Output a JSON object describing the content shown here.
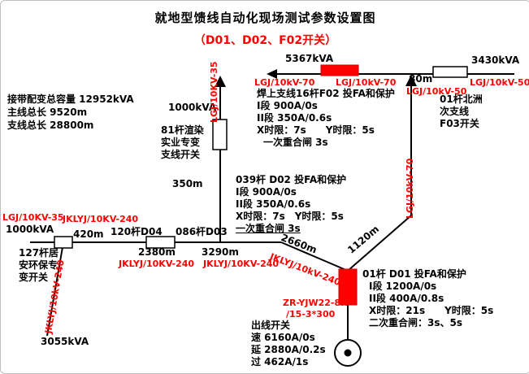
{
  "title": "就地型馈线自动化现场测试参数设置图",
  "subtitle": "（D01、D02、F02开关）",
  "summary": {
    "capacity": "接带配变总容量 12952kVA",
    "main_len": "主线总长 9520m",
    "branch_len": "支线总长 28800m"
  },
  "top": {
    "kva_left": "5367kVA",
    "cond1": "LGJ/10kV-70",
    "cond2": "LGJ/10kV-70",
    "len": "80m",
    "cond3": "LGJ/10kV-50",
    "kva_right": "3430kVA",
    "cond4": "LGJ/10kV-50",
    "f03": {
      "l1": "01杆北洲",
      "l2": "次支线",
      "l3": "F03开关"
    }
  },
  "branch81": {
    "kva": "1000kVA",
    "cond": "LGJ/10KV-35",
    "sw1": "81杆渲染",
    "sw2": "实业专变",
    "sw3": "支线开关",
    "len": "350m"
  },
  "f02": {
    "title": "焊上支线16杆F02 投FA和保护",
    "p1": "I段 900A/0s",
    "p2": "II段 350A/0.6s",
    "p3": "X时限：7s　　Y时限：5s",
    "p4": "一次重合闸 3s"
  },
  "d02": {
    "title": "039杆 D02 投FA和保护",
    "p1": "I段 900A/0s",
    "p2": "II段 350A/0.6s",
    "p3": "X时限：7s　Y时限：5s",
    "p4": "一次重合闸 3s"
  },
  "main": {
    "cond_left": "LGJ/10KV-35",
    "kva_left": "1000kVA",
    "cond1": "JKLYJ/10KV-240",
    "len1": "420m",
    "d04": "120杆D04",
    "d03": "086杆D03",
    "len2": "2380m",
    "len3": "3290m",
    "cond2": "JKLYJ/10KV-240",
    "cond3": "JKLYJ/10KV-240",
    "len4": "2660m",
    "cond4": "JKLYJ/10kV-240",
    "len5": "1120m",
    "cond5": "LGJ/10kV-70"
  },
  "branch127": {
    "sw1": "127杆居",
    "sw2": "安环保专",
    "sw3": "变开关",
    "cond": "JKLYJ/10kV-240",
    "kva": "3055kVA"
  },
  "d01": {
    "title": "01杆 D01 投FA和保护",
    "p1": "I段 1200A/0s",
    "p2": "II段 400A/0.8s",
    "p3": "X时限：21s　　Y时限：5s",
    "p4": "二次重合闸：3s、5s"
  },
  "station": {
    "cable1": "ZR-YJW22-8.7",
    "cable2": "/15-3*300",
    "title": "出线开关",
    "p1": "速 6160A/0s",
    "p2": "延 2880A/0.2s",
    "p3": "过 462A/1s"
  }
}
